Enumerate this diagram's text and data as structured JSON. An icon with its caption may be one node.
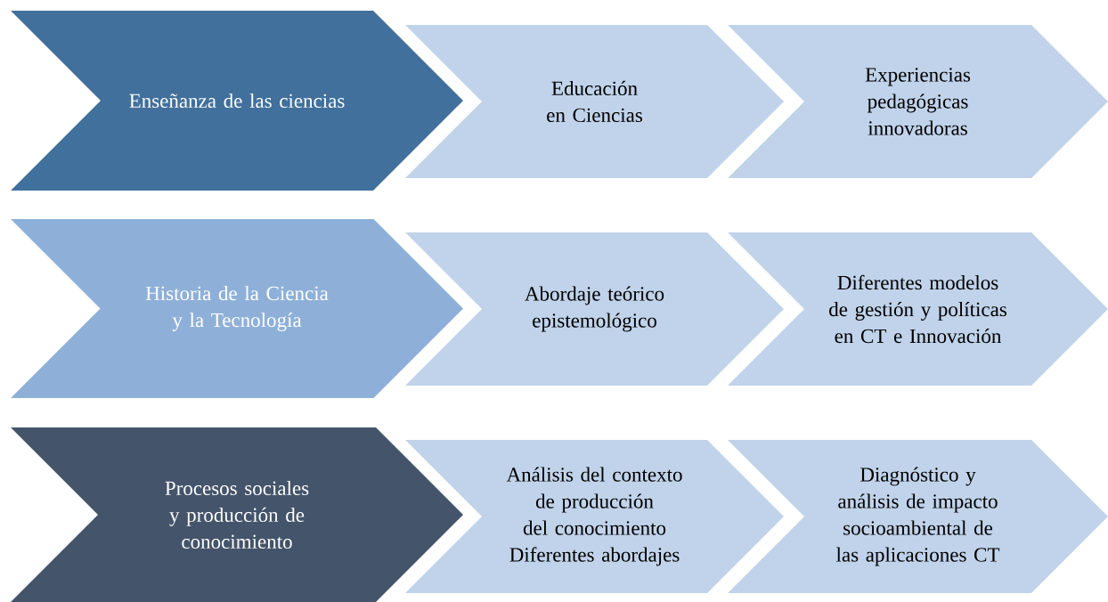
{
  "diagram": {
    "nodes": [
      {
        "text": [
          "Enseñanza de las ciencias"
        ]
      },
      {
        "text": [
          "Educación en Ciencias"
        ]
      },
      {
        "text": [
          "Experiencias pedagógicas innovadoras"
        ]
      },
      {
        "text": [
          "Historia de la Ciencia y la Tecnología"
        ]
      },
      {
        "text": [
          "Abordaje teórico epistemológico"
        ]
      },
      {
        "text": [
          "Diferentes modelos de gestión y políticas en CT e Innovación"
        ]
      },
      {
        "text": [
          "Procesos sociales y producción de conocimiento"
        ]
      },
      {
        "text": [
          "Análisis del contexto de producción del conocimiento Diferentes abordajes"
        ]
      },
      {
        "text": [
          "Diagnóstico y análisis de impacto socioambiental de las aplicaciones CT"
        ]
      }
    ]
  }
}
